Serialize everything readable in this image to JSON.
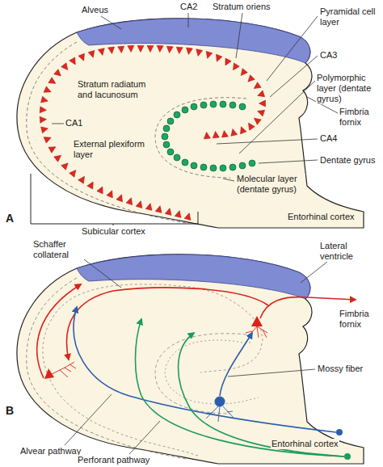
{
  "diagram": {
    "labels": [
      "A",
      "Alveus",
      "CA2",
      "Stratum oriens",
      "Pyramidal cell layer",
      "CA3",
      "Polymorphic layer (dentate gyrus)",
      "Stratum radiatum and lacunosum",
      "CA1",
      "External plexiform layer",
      "CA4",
      "Fimbria fornix",
      "Dentate gyrus",
      "Molecular layer (dentate gyrus)",
      "Subicular cortex",
      "Entorhinal cortex",
      "B",
      "Schaffer collateral",
      "Lateral ventricle",
      "Fimbria fornix",
      "Mossy fiber",
      "Alvear pathway",
      "Perforant pathway",
      "Entorhinal cortex"
    ]
  }
}
